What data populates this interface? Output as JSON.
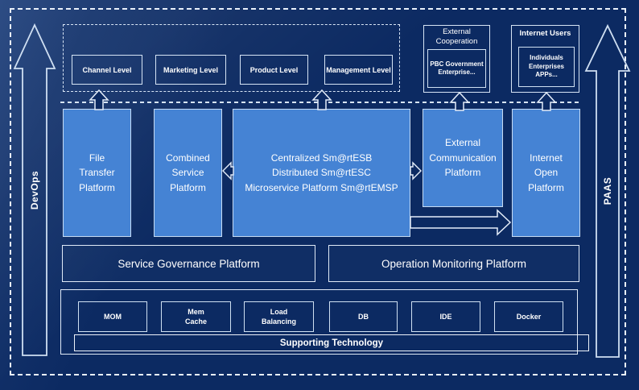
{
  "colors": {
    "background": "#0c2a62",
    "panel_blue": "#4583d4",
    "border_light": "#d6e4f5",
    "text": "#ffffff"
  },
  "rails": {
    "left": "DevOps",
    "right": "PAAS"
  },
  "levels_row": {
    "items": [
      {
        "label": "Channel Level"
      },
      {
        "label": "Marketing Level"
      },
      {
        "label": "Product Level"
      },
      {
        "label": "Management Level"
      }
    ]
  },
  "external_cooperation": {
    "title": "External\nCooperation",
    "body": "PBC Government\nEnterprise..."
  },
  "internet_users": {
    "title": "Internet Users",
    "body": "Individuals\nEnterprises\nAPPs..."
  },
  "platforms": {
    "file_transfer": "File\nTransfer\nPlatform",
    "combined_service": "Combined\nService\nPlatform",
    "central_bus": "Centralized Sm@rtESB\nDistributed Sm@rtESC\nMicroservice Platform Sm@rtEMSP",
    "external_communication": "External\nCommunication\nPlatform",
    "internet_open": "Internet\nOpen\nPlatform"
  },
  "governance": {
    "service": "Service Governance Platform",
    "operation": "Operation Monitoring Platform"
  },
  "technology": {
    "items": [
      "MOM",
      "Mem\nCache",
      "Load\nBalancing",
      "DB",
      "IDE",
      "Docker"
    ],
    "supporting": "Supporting Technology"
  }
}
